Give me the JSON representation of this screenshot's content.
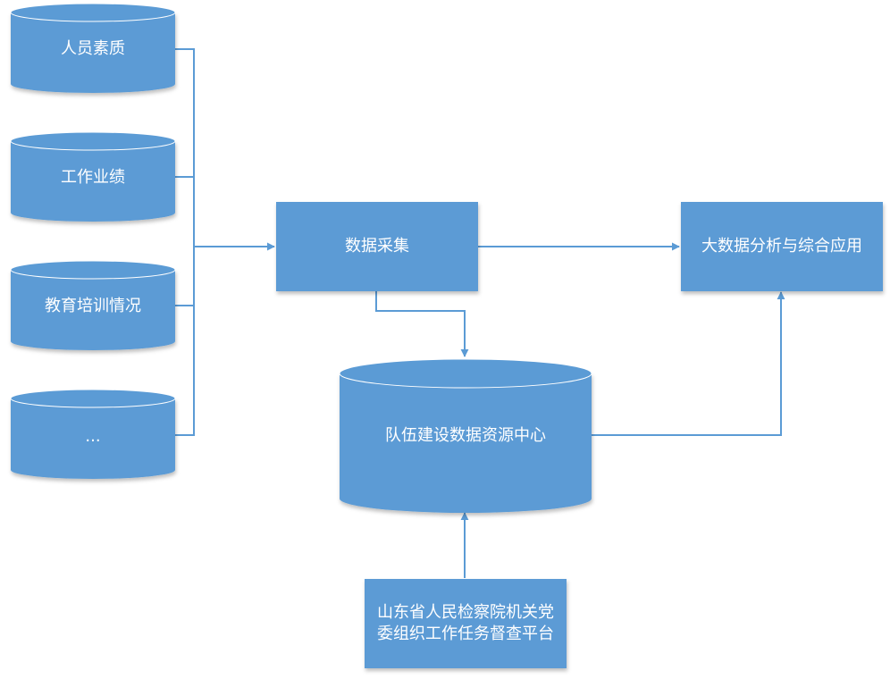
{
  "sources": [
    {
      "label": "人员素质"
    },
    {
      "label": "工作业绩"
    },
    {
      "label": "教育培训情况"
    },
    {
      "label": "..."
    }
  ],
  "collect": {
    "label": "数据采集"
  },
  "analysis": {
    "label": "大数据分析与综合应用"
  },
  "center": {
    "label": "队伍建设数据资源中心"
  },
  "platform": {
    "label": "山东省人民检察院机关党委组织工作任务督查平台"
  },
  "colors": {
    "fill": "#5b9bd5",
    "stroke": "#5b9bd5",
    "text": "#ffffff",
    "background": "#ffffff"
  }
}
